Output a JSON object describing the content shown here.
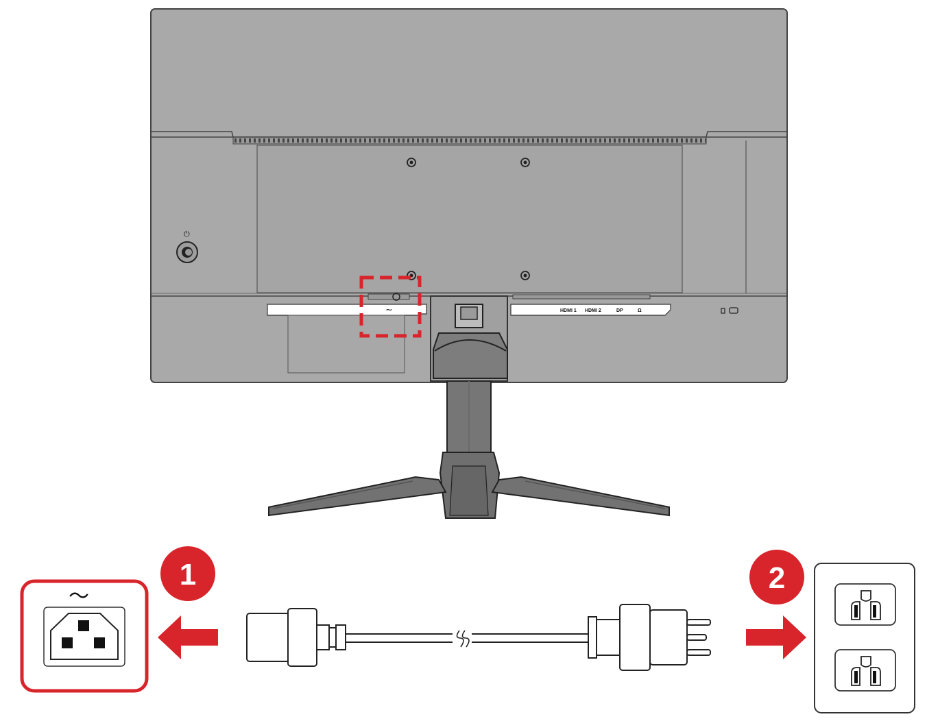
{
  "ports": {
    "ac_symbol": "~",
    "hdmi1": "HDMI 1",
    "hdmi2": "HDMI 2",
    "dp": "DP",
    "audio": "Ω"
  },
  "power_button_symbol": "⏻",
  "ac_inlet_symbol": "〜",
  "steps": [
    {
      "number": "1"
    },
    {
      "number": "2"
    }
  ],
  "colors": {
    "accent_red": "#d8252b",
    "monitor_gray": "#a8a8a8",
    "monitor_dark": "#6e6e6e"
  },
  "icons": [
    "power-button-icon",
    "kensington-lock-icon",
    "ac-inlet-icon",
    "power-cord-icon",
    "wall-outlet-icon",
    "arrow-left-icon",
    "arrow-right-icon"
  ]
}
